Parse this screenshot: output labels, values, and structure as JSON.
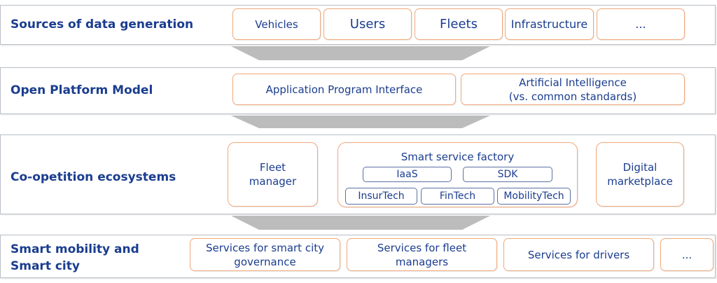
{
  "layers": {
    "sources": {
      "title": "Sources of data generation",
      "items": [
        "Vehicles",
        "Users",
        "Fleets",
        "Infrastructure",
        "..."
      ]
    },
    "platform": {
      "title": "Open Platform Model",
      "api": "Application Program Interface",
      "ai_line1": "Artificial Intelligence",
      "ai_line2": "(vs. common standards)"
    },
    "ecosystem": {
      "title": "Co-opetition ecosystems",
      "fleet_line1": "Fleet",
      "fleet_line2": "manager",
      "factory_title": "Smart service factory",
      "factory_items": [
        "IaaS",
        "SDK",
        "InsurTech",
        "FinTech",
        "MobilityTech"
      ],
      "market_line1": "Digital",
      "market_line2": "marketplace"
    },
    "smart": {
      "title_line1": "Smart mobility and",
      "title_line2": "Smart city",
      "items": [
        {
          "line1": "Services for smart city",
          "line2": "governance"
        },
        {
          "line1": "Services for fleet",
          "line2": "managers"
        },
        {
          "line1": "Services for drivers",
          "line2": ""
        },
        {
          "line1": "...",
          "line2": ""
        }
      ]
    }
  },
  "colors": {
    "title_text": "#1a3d8f",
    "box_border": "#f0a87a",
    "pill_border": "#5a6fa3",
    "arrow": "#bcbcbc"
  }
}
